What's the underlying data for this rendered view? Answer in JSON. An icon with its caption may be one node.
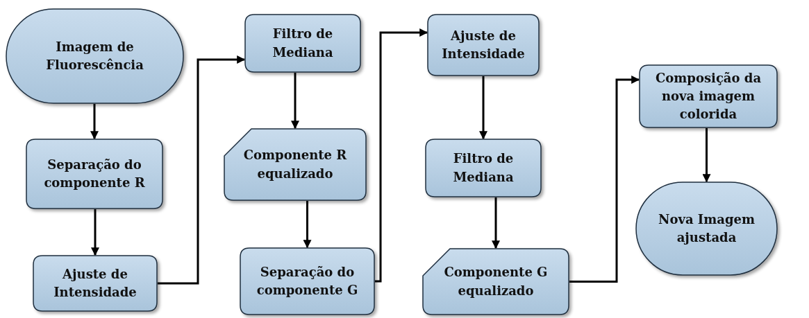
{
  "diagram": {
    "nodes": [
      {
        "text": [
          "Imagem de Fluorescência"
        ]
      },
      {
        "text": [
          "Separação do componente R"
        ]
      },
      {
        "text": [
          "Ajuste de Intensidade"
        ]
      },
      {
        "text": [
          "Filtro de Mediana"
        ]
      },
      {
        "text": [
          "Componente R equalizado"
        ]
      },
      {
        "text": [
          "Separação do componente G"
        ]
      },
      {
        "text": [
          "Ajuste de Intensidade"
        ]
      },
      {
        "text": [
          "Filtro de Mediana"
        ]
      },
      {
        "text": [
          "Componente G equalizado"
        ]
      },
      {
        "text": [
          "Composição da nova imagem colorida"
        ]
      },
      {
        "text": [
          "Nova Imagem ajustada"
        ]
      }
    ],
    "edges": [
      {
        "from": 0,
        "to": 1,
        "arrow": "to"
      },
      {
        "from": 1,
        "to": 2,
        "arrow": "to"
      },
      {
        "from": 2,
        "to": 3,
        "arrow": "to"
      },
      {
        "from": 3,
        "to": 4,
        "arrow": "to"
      },
      {
        "from": 4,
        "to": 5,
        "arrow": "to"
      },
      {
        "from": 5,
        "to": 6,
        "arrow": "to"
      },
      {
        "from": 6,
        "to": 7,
        "arrow": "to"
      },
      {
        "from": 7,
        "to": 8,
        "arrow": "to"
      },
      {
        "from": 8,
        "to": 9,
        "arrow": "to"
      },
      {
        "from": 9,
        "to": 10,
        "arrow": "to"
      }
    ]
  }
}
